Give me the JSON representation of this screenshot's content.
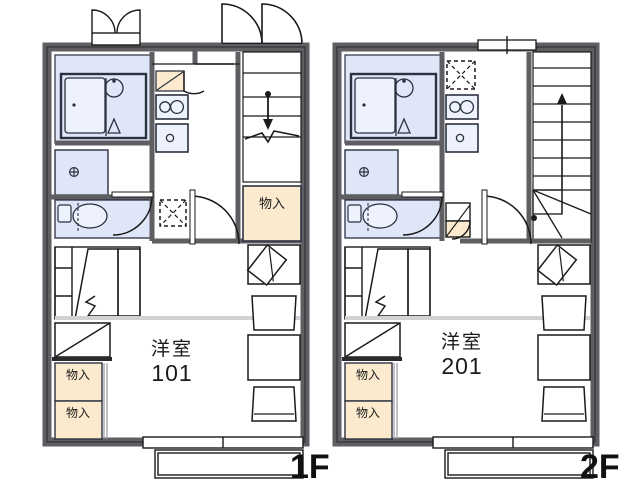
{
  "document": {
    "type": "floor-plan",
    "title": "Apartment floor plans 1F / 2F",
    "background_color": "#ffffff"
  },
  "palette": {
    "wall": "#5e5e63",
    "wall_light": "#8a8a90",
    "thin_line": "#1a1a1a",
    "water_fill": "#dfe6f7",
    "water_stroke": "#2b3140",
    "closet_fill": "#fbeacd",
    "closet_stroke": "#6b5a3e",
    "text": "#1a1a1a",
    "paper": "#ffffff"
  },
  "floors": [
    {
      "id": "floor-1f",
      "label": "1F",
      "room_label": {
        "name": "洋室",
        "number": "101"
      },
      "closets": [
        {
          "label": "物入",
          "position": "hall-east"
        },
        {
          "label": "物入",
          "position": "room-west-upper"
        },
        {
          "label": "物入",
          "position": "room-west-lower"
        }
      ],
      "features": [
        {
          "name": "bathtub-unit",
          "label": ""
        },
        {
          "name": "washbasin",
          "label": ""
        },
        {
          "name": "toilet",
          "label": ""
        },
        {
          "name": "kitchen-sink",
          "label": ""
        },
        {
          "name": "gas-stove-two-burner",
          "label": ""
        },
        {
          "name": "washing-machine-space",
          "label": ""
        },
        {
          "name": "entrance-door",
          "label": ""
        },
        {
          "name": "stairs-down",
          "label": ""
        },
        {
          "name": "balcony-window",
          "label": ""
        }
      ]
    },
    {
      "id": "floor-2f",
      "label": "2F",
      "room_label": {
        "name": "洋室",
        "number": "201"
      },
      "closets": [
        {
          "label": "物入",
          "position": "room-west-upper"
        },
        {
          "label": "物入",
          "position": "room-west-lower"
        }
      ],
      "features": [
        {
          "name": "bathtub-unit",
          "label": ""
        },
        {
          "name": "washbasin",
          "label": ""
        },
        {
          "name": "toilet",
          "label": ""
        },
        {
          "name": "kitchen-sink",
          "label": ""
        },
        {
          "name": "gas-stove-two-burner",
          "label": ""
        },
        {
          "name": "washing-machine-space",
          "label": ""
        },
        {
          "name": "stairs-up",
          "label": ""
        },
        {
          "name": "balcony-window",
          "label": ""
        }
      ]
    }
  ]
}
